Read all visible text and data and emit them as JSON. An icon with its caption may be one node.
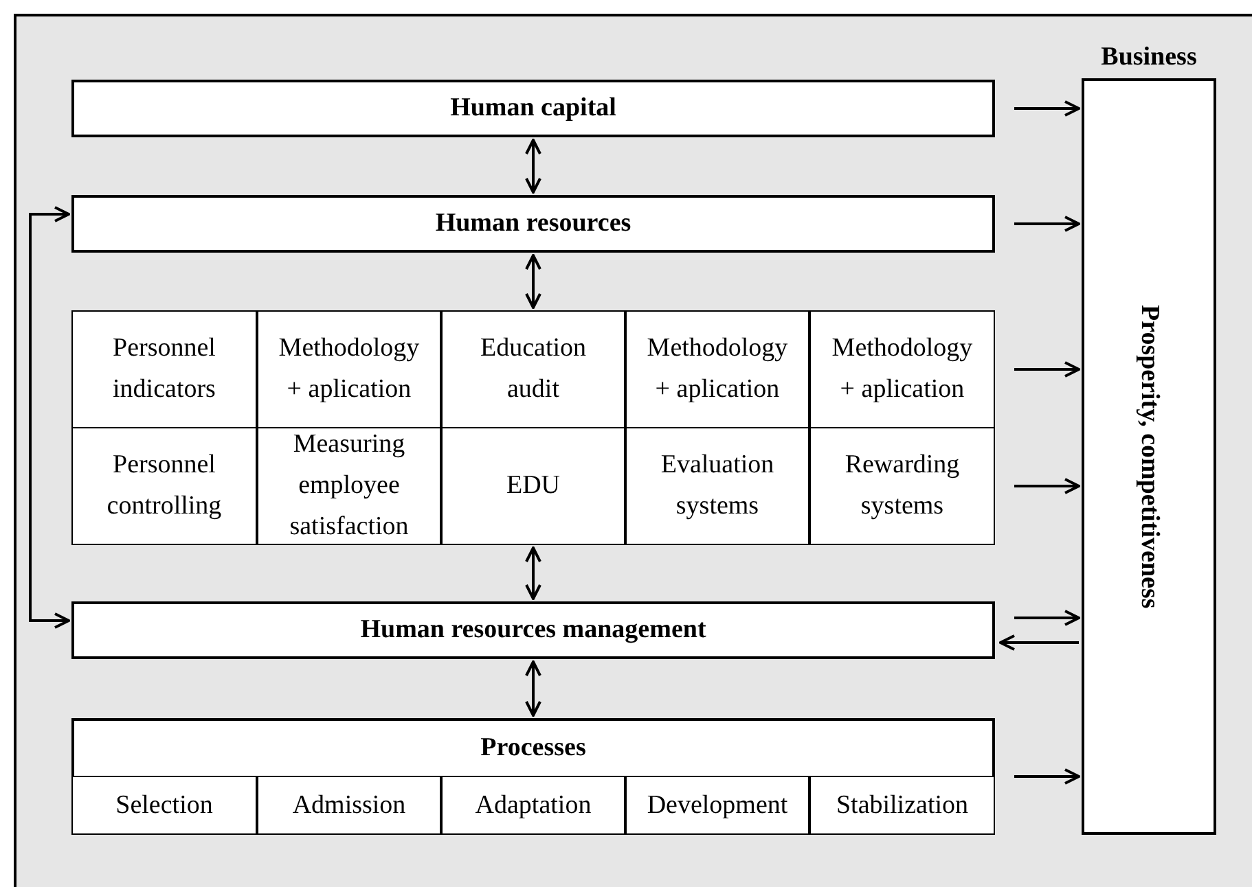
{
  "diagram": {
    "nodes": [
      {
        "text": [
          "Human capital"
        ]
      },
      {
        "text": [
          "Human resources"
        ]
      },
      {
        "text": [],
        "shape": "box"
      },
      {
        "text": [
          "Personnel indicators"
        ],
        "in": 2
      },
      {
        "text": [
          "Methodology + aplication"
        ],
        "in": 2
      },
      {
        "text": [
          "Education audit"
        ],
        "in": 2
      },
      {
        "text": [
          "Methodology + aplication"
        ],
        "in": 2
      },
      {
        "text": [
          "Methodology + aplication"
        ],
        "in": 2
      },
      {
        "text": [
          "Personnel controlling"
        ],
        "in": 2
      },
      {
        "text": [
          "Measuring employee satisfaction"
        ],
        "in": 2
      },
      {
        "text": [
          "EDU"
        ],
        "in": 2
      },
      {
        "text": [
          "Evaluation systems"
        ],
        "in": 2
      },
      {
        "text": [
          "Rewarding systems"
        ],
        "in": 2
      },
      {
        "text": [
          "Human resources management"
        ]
      },
      {
        "text": [
          "Processes"
        ]
      },
      {
        "text": [
          "Selection"
        ],
        "in": 14
      },
      {
        "text": [
          "Admission"
        ],
        "in": 14
      },
      {
        "text": [
          "Adaptation"
        ],
        "in": 14
      },
      {
        "text": [
          "Development"
        ],
        "in": 14
      },
      {
        "text": [
          "Stabilization"
        ],
        "in": 14
      },
      {
        "text": [
          "Business",
          "Prosperity, competitiveness"
        ]
      }
    ],
    "edges": [
      {
        "from": 0,
        "to": 1,
        "arrow": "both"
      },
      {
        "from": 1,
        "to": 2,
        "arrow": "both"
      },
      {
        "from": 2,
        "to": 13,
        "arrow": "both"
      },
      {
        "from": 13,
        "to": 14,
        "arrow": "both"
      },
      {
        "from": 1,
        "to": 13,
        "arrow": "both"
      },
      {
        "from": 0,
        "to": 20,
        "arrow": "to"
      },
      {
        "from": 1,
        "to": 20,
        "arrow": "to"
      },
      {
        "from": 7,
        "to": 20,
        "arrow": "to"
      },
      {
        "from": 12,
        "to": 20,
        "arrow": "to"
      },
      {
        "from": 13,
        "to": 20,
        "arrow": "to"
      },
      {
        "from": 20,
        "to": 13,
        "arrow": "to"
      },
      {
        "from": 14,
        "to": 20,
        "arrow": "to"
      }
    ]
  }
}
